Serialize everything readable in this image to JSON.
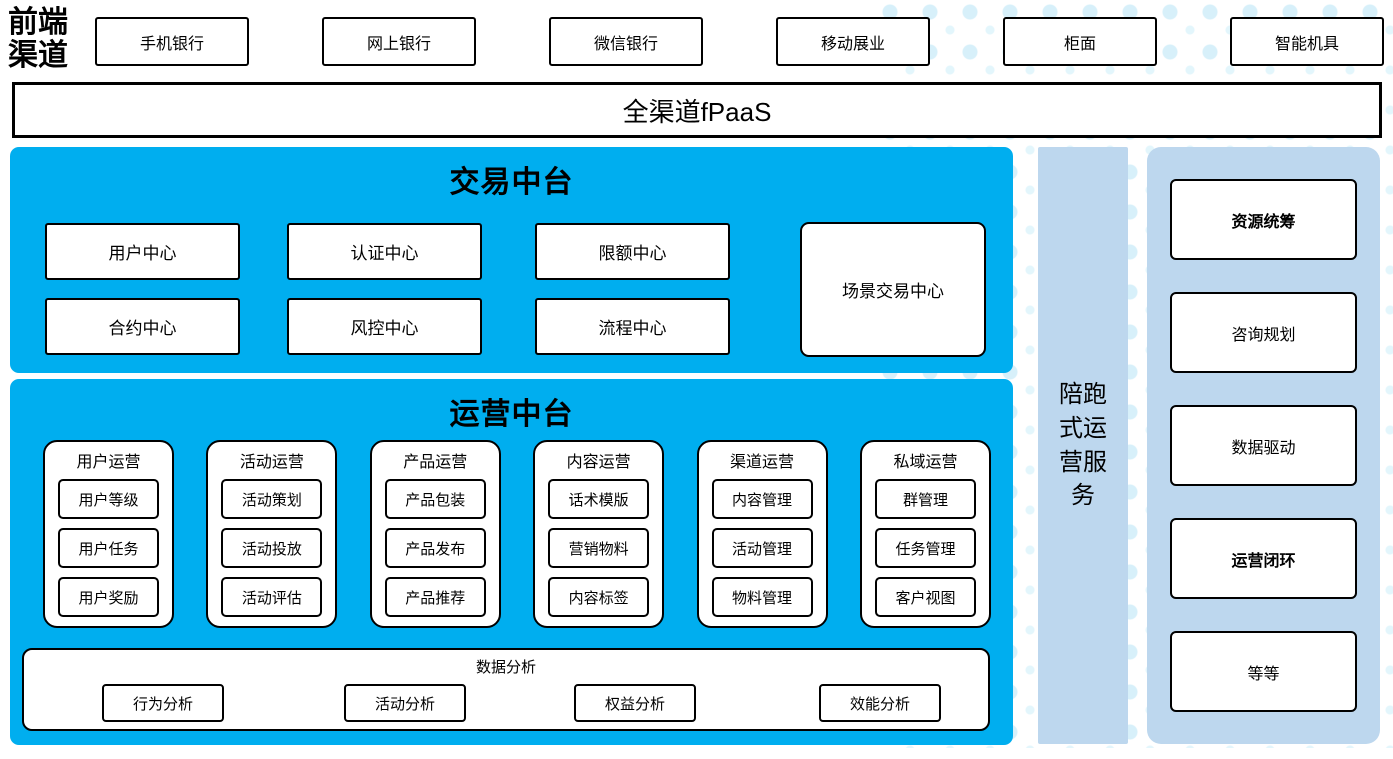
{
  "front_channels": {
    "label": "前端渠道",
    "items": [
      "手机银行",
      "网上银行",
      "微信银行",
      "移动展业",
      "柜面",
      "智能机具"
    ]
  },
  "fpaas": {
    "label": "全渠道fPaaS"
  },
  "trade_platform": {
    "title": "交易中台",
    "centers": [
      "用户中心",
      "认证中心",
      "限额中心",
      "合约中心",
      "风控中心",
      "流程中心"
    ],
    "scene_center": "场景交易中心"
  },
  "operation_platform": {
    "title": "运营中台",
    "columns": [
      {
        "title": "用户运营",
        "items": [
          "用户等级",
          "用户任务",
          "用户奖励"
        ]
      },
      {
        "title": "活动运营",
        "items": [
          "活动策划",
          "活动投放",
          "活动评估"
        ]
      },
      {
        "title": "产品运营",
        "items": [
          "产品包装",
          "产品发布",
          "产品推荐"
        ]
      },
      {
        "title": "内容运营",
        "items": [
          "话术模版",
          "营销物料",
          "内容标签"
        ]
      },
      {
        "title": "渠道运营",
        "items": [
          "内容管理",
          "活动管理",
          "物料管理"
        ]
      },
      {
        "title": "私域运营",
        "items": [
          "群管理",
          "任务管理",
          "客户视图"
        ]
      }
    ],
    "data_analysis": {
      "title": "数据分析",
      "items": [
        "行为分析",
        "活动分析",
        "权益分析",
        "效能分析"
      ]
    }
  },
  "accompany_service": {
    "label": "陪跑式运营服务"
  },
  "service_panel": {
    "items": [
      {
        "label": "资源统筹",
        "emphasis": true
      },
      {
        "label": "咨询规划",
        "emphasis": false
      },
      {
        "label": "数据驱动",
        "emphasis": false
      },
      {
        "label": "运营闭环",
        "emphasis": true
      },
      {
        "label": "等等",
        "emphasis": false
      }
    ]
  },
  "colors": {
    "platform_blue": "#00aeef",
    "panel_light_blue": "#bdd7ee",
    "dot_pattern": "#d7f0fa"
  }
}
